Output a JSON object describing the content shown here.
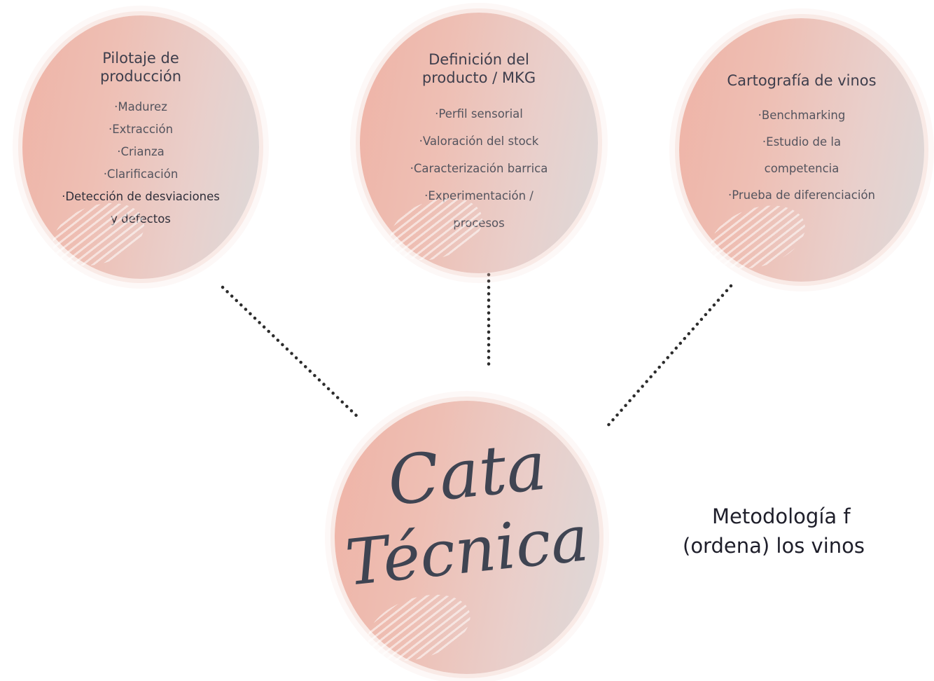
{
  "nodes": {
    "production": {
      "title": "Pilotaje de producción",
      "items": [
        "·Madurez",
        "·Extracción",
        "·Crianza",
        "·Clarificación",
        "·Detección de desviaciones",
        "y defectos"
      ]
    },
    "product": {
      "title": "Definición del producto / MKG",
      "items": [
        "·Perfil sensorial",
        "·Valoración del stock",
        "·Caracterización barrica",
        "·Experimentación /",
        "procesos"
      ]
    },
    "wines": {
      "title": "Cartografía de vinos",
      "items": [
        "·Benchmarking",
        "·Estudio de la",
        "competencia",
        "·Prueba de diferenciación"
      ]
    }
  },
  "center": {
    "line1": "Cata",
    "line2": "Técnica"
  },
  "side_text": {
    "line1": "Metodología f",
    "line2": "(ordena) los vinos"
  },
  "colors": {
    "blob_start": "#efb3a6",
    "blob_end": "#dcd9d9",
    "text": "#3d3d4a",
    "dots": "#2c2c2c"
  }
}
